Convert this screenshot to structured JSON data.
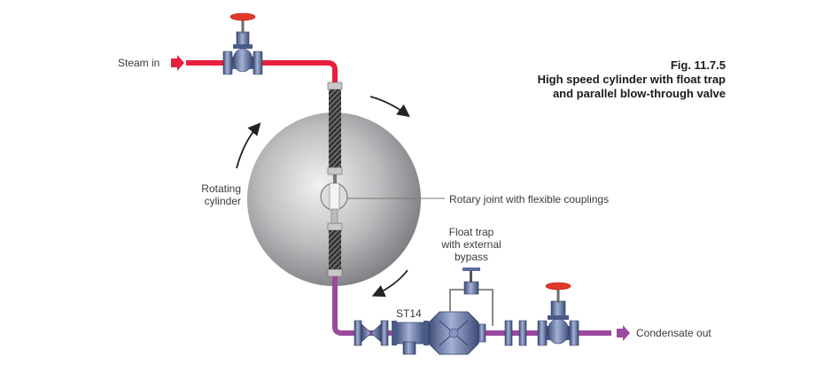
{
  "figure": {
    "number": "Fig. 11.7.5",
    "title_line1": "High speed cylinder with float trap",
    "title_line2": "and parallel blow-through valve"
  },
  "labels": {
    "steam_in": "Steam in",
    "rotating_line1": "Rotating",
    "rotating_line2": "cylinder",
    "rotary_joint": "Rotary joint with flexible couplings",
    "float_trap_line1": "Float trap",
    "float_trap_line2": "with external",
    "float_trap_line3": "bypass",
    "strainer": "ST14",
    "condensate_out": "Condensate out"
  },
  "colors": {
    "steam_pipe": "#e8203c",
    "condensate_pipe": "#9b4a9e",
    "valve_body": "#5b6d9c",
    "valve_handwheel": "#e23a2a",
    "cylinder": "#a8a8ab",
    "hose": "#3c3c3c"
  },
  "icons": {
    "inlet_arrow": "arrow-right-icon",
    "outlet_arrow": "arrow-right-icon"
  }
}
